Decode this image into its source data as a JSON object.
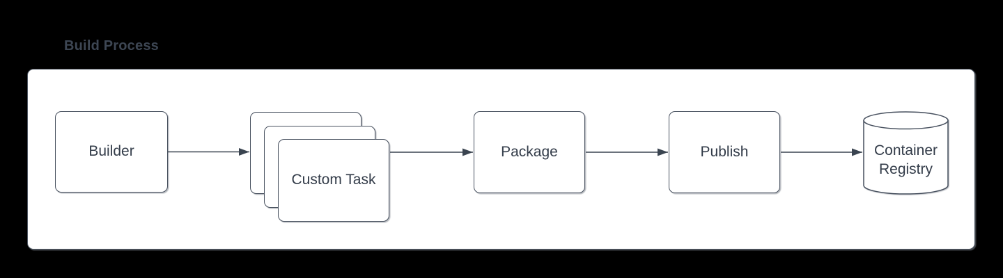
{
  "diagram": {
    "title": "Build Process",
    "nodes": [
      {
        "id": "builder",
        "label": "Builder",
        "shape": "rounded-rectangle"
      },
      {
        "id": "custom-task",
        "label": "Custom Task",
        "shape": "stacked-rounded-rectangle",
        "stack_count": 3
      },
      {
        "id": "package",
        "label": "Package",
        "shape": "rounded-rectangle"
      },
      {
        "id": "publish",
        "label": "Publish",
        "shape": "rounded-rectangle"
      },
      {
        "id": "container-registry",
        "label": "Container Registry",
        "shape": "cylinder"
      }
    ],
    "edges": [
      {
        "from": "builder",
        "to": "custom-task"
      },
      {
        "from": "custom-task",
        "to": "package"
      },
      {
        "from": "package",
        "to": "publish"
      },
      {
        "from": "publish",
        "to": "container-registry"
      }
    ],
    "colors": {
      "page_background": "#000000",
      "canvas_fill": "#ffffff",
      "shape_stroke": "#47505e",
      "edge_stroke": "#3a4450",
      "text": "#333c49",
      "title": "#3d4653"
    }
  }
}
